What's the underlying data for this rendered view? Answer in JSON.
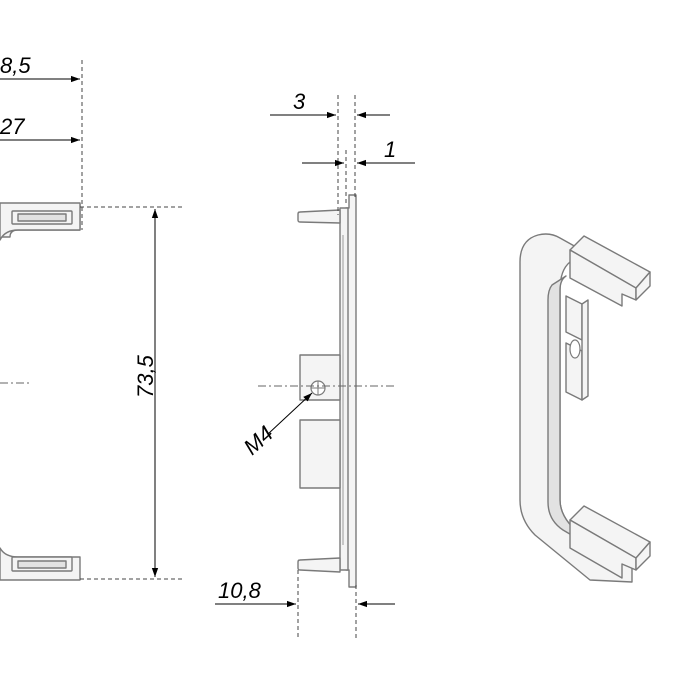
{
  "dimensions": {
    "top_offset": "8,5",
    "width_27": "27",
    "height": "73,5",
    "thickness": "3",
    "tab": "1",
    "thread": "M4",
    "depth": "10,8"
  }
}
